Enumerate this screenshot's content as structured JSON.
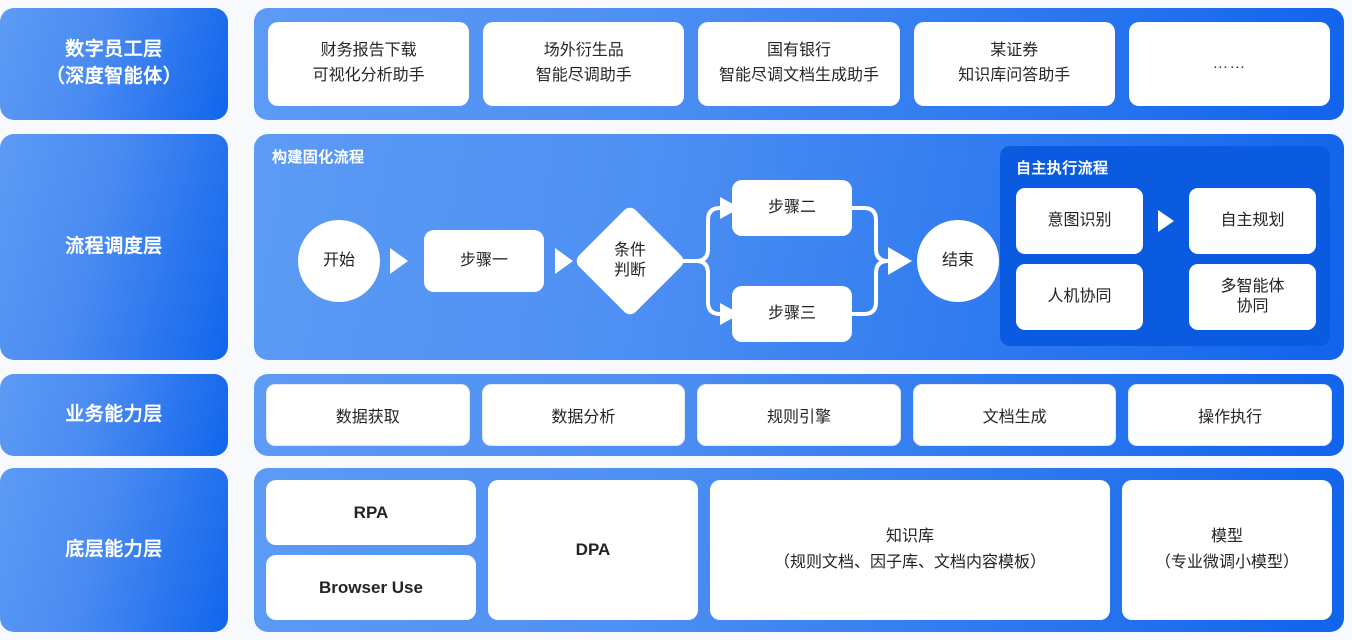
{
  "theme": {
    "page_bg": "#f7f9fc",
    "brand_light": "#5C9BF5",
    "brand_dark": "#1064EC",
    "panel_dark": "#0B5BE0",
    "card_bg": "#ffffff",
    "text_dark": "#242424",
    "text_on_brand": "#ffffff"
  },
  "layers": [
    {
      "id": "digital-employee",
      "label_line1": "数字员工层",
      "label_line2": "（深度智能体）",
      "cards": [
        {
          "l1": "财务报告下载",
          "l2": "可视化分析助手"
        },
        {
          "l1": "场外衍生品",
          "l2": "智能尽调助手"
        },
        {
          "l1": "国有银行",
          "l2": "智能尽调文档生成助手"
        },
        {
          "l1": "某证券",
          "l2": "知识库问答助手"
        },
        {
          "l1": "……",
          "l2": ""
        }
      ]
    },
    {
      "id": "process-orchestration",
      "label_line1": "流程调度层",
      "label_line2": "",
      "flow_title": "构建固化流程",
      "flow_nodes": {
        "start": "开始",
        "step1": "步骤一",
        "condition_l1": "条件",
        "condition_l2": "判断",
        "step2": "步骤二",
        "step3": "步骤三",
        "end": "结束"
      },
      "auto_panel": {
        "title": "自主执行流程",
        "boxes": [
          {
            "l1": "意图识别",
            "l2": ""
          },
          {
            "l1": "自主规划",
            "l2": ""
          },
          {
            "l1": "人机协同",
            "l2": ""
          },
          {
            "l1": "多智能体",
            "l2": "协同"
          }
        ]
      }
    },
    {
      "id": "business-capability",
      "label_line1": "业务能力层",
      "label_line2": "",
      "cards": [
        {
          "l1": "数据获取"
        },
        {
          "l1": "数据分析"
        },
        {
          "l1": "规则引擎"
        },
        {
          "l1": "文档生成"
        },
        {
          "l1": "操作执行"
        }
      ]
    },
    {
      "id": "foundation-capability",
      "label_line1": "底层能力层",
      "label_line2": "",
      "cards": [
        {
          "l1": "RPA",
          "l2": ""
        },
        {
          "l1": "Browser Use",
          "l2": ""
        },
        {
          "l1": "DPA",
          "l2": ""
        },
        {
          "l1": "知识库",
          "l2": "（规则文档、因子库、文档内容模板）"
        },
        {
          "l1": "模型",
          "l2": "（专业微调小模型）"
        }
      ]
    }
  ]
}
